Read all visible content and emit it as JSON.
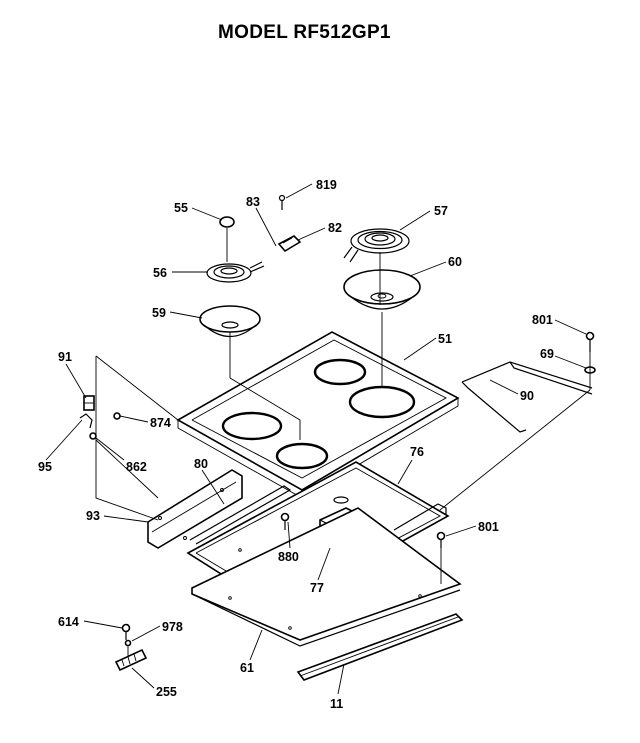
{
  "title": "MODEL RF512GP1",
  "labels": {
    "p55": "55",
    "p83": "83",
    "p819": "819",
    "p57": "57",
    "p82": "82",
    "p56": "56",
    "p60": "60",
    "p59": "59",
    "p51": "51",
    "p801a": "801",
    "p69": "69",
    "p90": "90",
    "p91": "91",
    "p874": "874",
    "p95": "95",
    "p862": "862",
    "p80": "80",
    "p76": "76",
    "p93": "93",
    "p801b": "801",
    "p880": "880",
    "p77": "77",
    "p614": "614",
    "p978": "978",
    "p61": "61",
    "p255": "255",
    "p11": "11"
  }
}
